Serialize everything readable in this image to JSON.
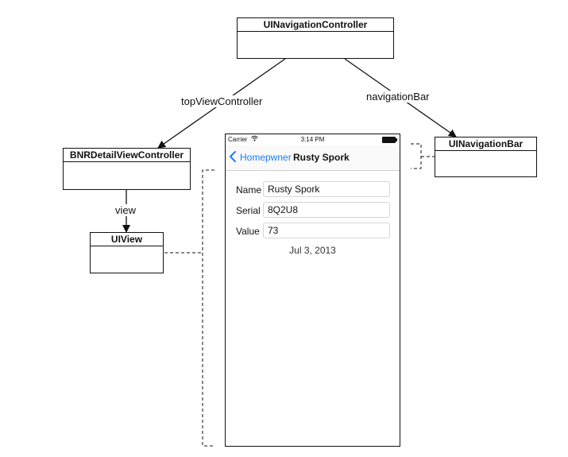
{
  "classes": {
    "navigation_controller": "UINavigationController",
    "detail_view_controller": "BNRDetailViewController",
    "view": "UIView",
    "navigation_bar": "UINavigationBar"
  },
  "relationships": {
    "top_view_controller": "topViewController",
    "navigation_bar": "navigationBar",
    "view": "view"
  },
  "phone": {
    "status_bar": {
      "carrier": "Carrier",
      "time": "3:14 PM"
    },
    "nav_bar": {
      "back_label": "Homepwner",
      "title": "Rusty Spork"
    },
    "fields": {
      "name": {
        "label": "Name",
        "value": "Rusty Spork"
      },
      "serial": {
        "label": "Serial",
        "value": "8Q2U8"
      },
      "value": {
        "label": "Value",
        "value": "73"
      }
    },
    "date": "Jul 3, 2013"
  },
  "colors": {
    "link": "#1a7cf5",
    "line": "#111111"
  }
}
